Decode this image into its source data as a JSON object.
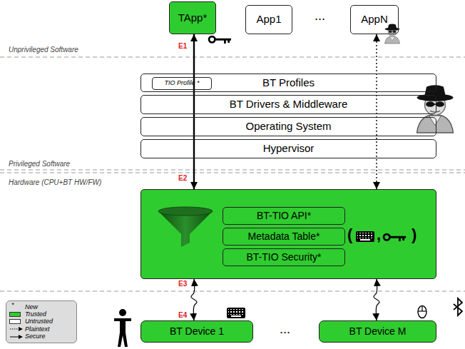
{
  "diagram": {
    "nodes": [
      {
        "text": [
          "TApp*"
        ]
      },
      {
        "text": [
          "App1"
        ]
      },
      {
        "text": [
          "AppN"
        ]
      },
      {
        "text": [
          "BT Profiles"
        ]
      },
      {
        "text": [
          "TIO Profile *"
        ],
        "in": 3
      },
      {
        "text": [
          "BT Drivers & Middleware"
        ]
      },
      {
        "text": [
          "Operating System"
        ]
      },
      {
        "text": [
          "Hypervisor"
        ]
      },
      {
        "text": []
      },
      {
        "text": [
          "BT-TIO API*"
        ],
        "in": 8
      },
      {
        "text": [
          "Metadata Table*"
        ],
        "in": 8
      },
      {
        "text": [
          "BT-TIO Security*"
        ],
        "in": 8
      },
      {
        "text": [
          "BT Device 1"
        ]
      },
      {
        "text": [
          "BT Device M"
        ]
      }
    ],
    "edges": [
      {
        "from": 0,
        "to": 8,
        "arrow": "both"
      },
      {
        "from": 2,
        "to": 8,
        "arrow": "both"
      },
      {
        "from": 8,
        "to": 12,
        "arrow": "both"
      },
      {
        "from": 8,
        "to": 13,
        "arrow": "both"
      }
    ],
    "labels": [
      "Unprivileged Software",
      "Privileged Software",
      "Hardware (CPU+BT HW/FW)",
      "E1",
      "E2",
      "E3",
      "E4",
      "...",
      "...",
      "(",
      ",",
      ")",
      "*"
    ],
    "legend": [
      {
        "text": "New"
      },
      {
        "text": "Trusted",
        "color": "#2fcc2f"
      },
      {
        "text": "Untrusted",
        "color": "#ffffff"
      },
      {
        "text": "Plaintext"
      },
      {
        "text": "Secure"
      }
    ]
  }
}
